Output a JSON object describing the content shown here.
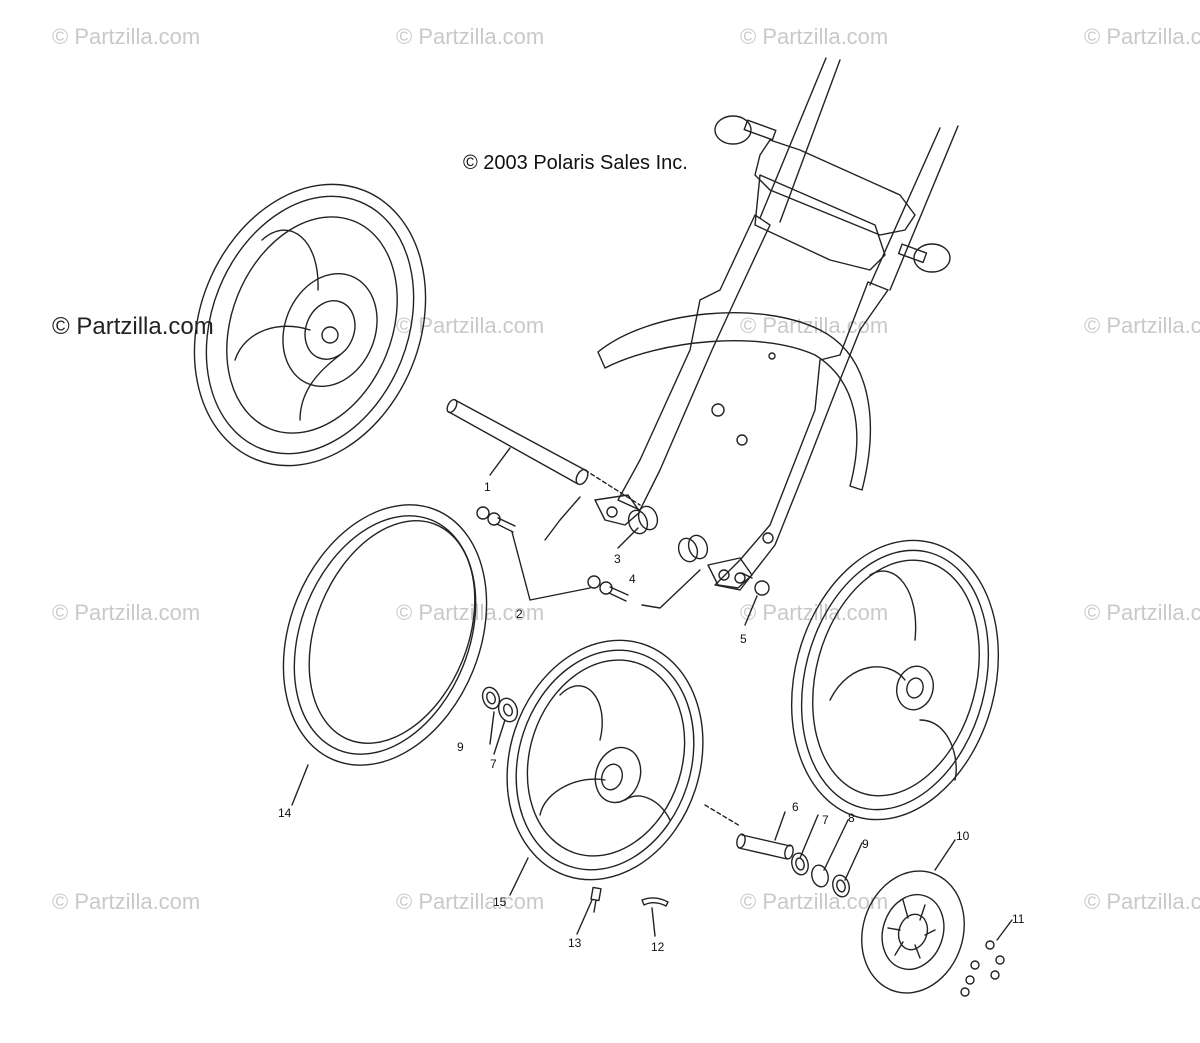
{
  "copyright": "© 2003 Polaris Sales Inc.",
  "watermark": "© Partzilla.com",
  "callouts": {
    "c1": "1",
    "c2": "2",
    "c3": "3",
    "c4": "4",
    "c5": "5",
    "c6": "6",
    "c7a": "7",
    "c7b": "7",
    "c8": "8",
    "c9a": "9",
    "c9b": "9",
    "c10": "10",
    "c11": "11",
    "c12": "12",
    "c13": "13",
    "c14": "14",
    "c15": "15"
  }
}
